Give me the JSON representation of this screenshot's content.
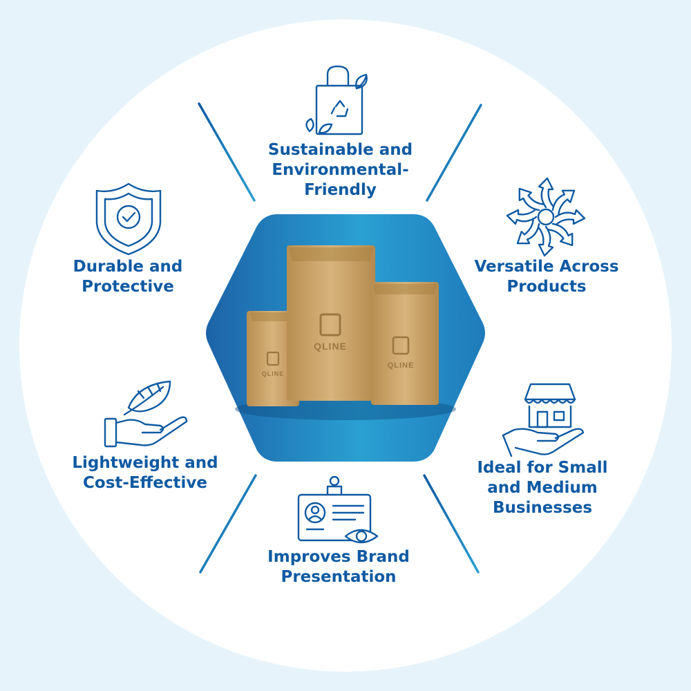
{
  "colors": {
    "background": "#e6f3fb",
    "text": "#0f5aa2",
    "icon": "#0f5aa2",
    "hexagon_dark": "#1b64a8",
    "hexagon_light": "#2e9fd1",
    "bag": "#c9a46a"
  },
  "center": {
    "brand": "QLINE"
  },
  "benefits": [
    {
      "icon": "recycle-bag-icon",
      "lines": [
        "Sustainable and",
        "Environmental-",
        "Friendly"
      ]
    },
    {
      "icon": "arrows-burst-icon",
      "lines": [
        "Versatile Across",
        "Products"
      ]
    },
    {
      "icon": "shop-in-hand-icon",
      "lines": [
        "Ideal for Small",
        "and Medium",
        "Businesses"
      ]
    },
    {
      "icon": "id-badge-eye-icon",
      "lines": [
        "Improves Brand",
        "Presentation"
      ]
    },
    {
      "icon": "feather-hand-icon",
      "lines": [
        "Lightweight and",
        "Cost-Effective"
      ]
    },
    {
      "icon": "shield-check-icon",
      "lines": [
        "Durable and",
        "Protective"
      ]
    }
  ]
}
